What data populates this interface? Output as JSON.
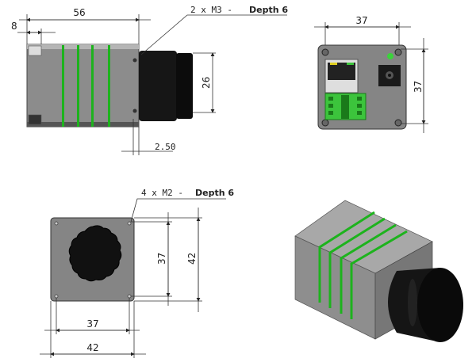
{
  "side_view": {
    "dim_length": "56",
    "dim_offset": "8",
    "dim_lens_height": "26",
    "dim_lens_gap": "2.50",
    "callout_prefix": "2 x  M3 -",
    "callout_depth": "Depth 6"
  },
  "back_view": {
    "dim_width": "37",
    "dim_height": "37"
  },
  "front_view": {
    "dim_hole_vertical": "37",
    "dim_outer_vertical": "42",
    "dim_hole_horizontal": "37",
    "dim_outer_horizontal": "42",
    "callout_prefix": "4 x  M2 -",
    "callout_depth": "Depth 6"
  },
  "colors": {
    "body": "#8c8c8c",
    "band": "#1db31d",
    "lens": "#111111",
    "connector": "#3cc43c"
  }
}
